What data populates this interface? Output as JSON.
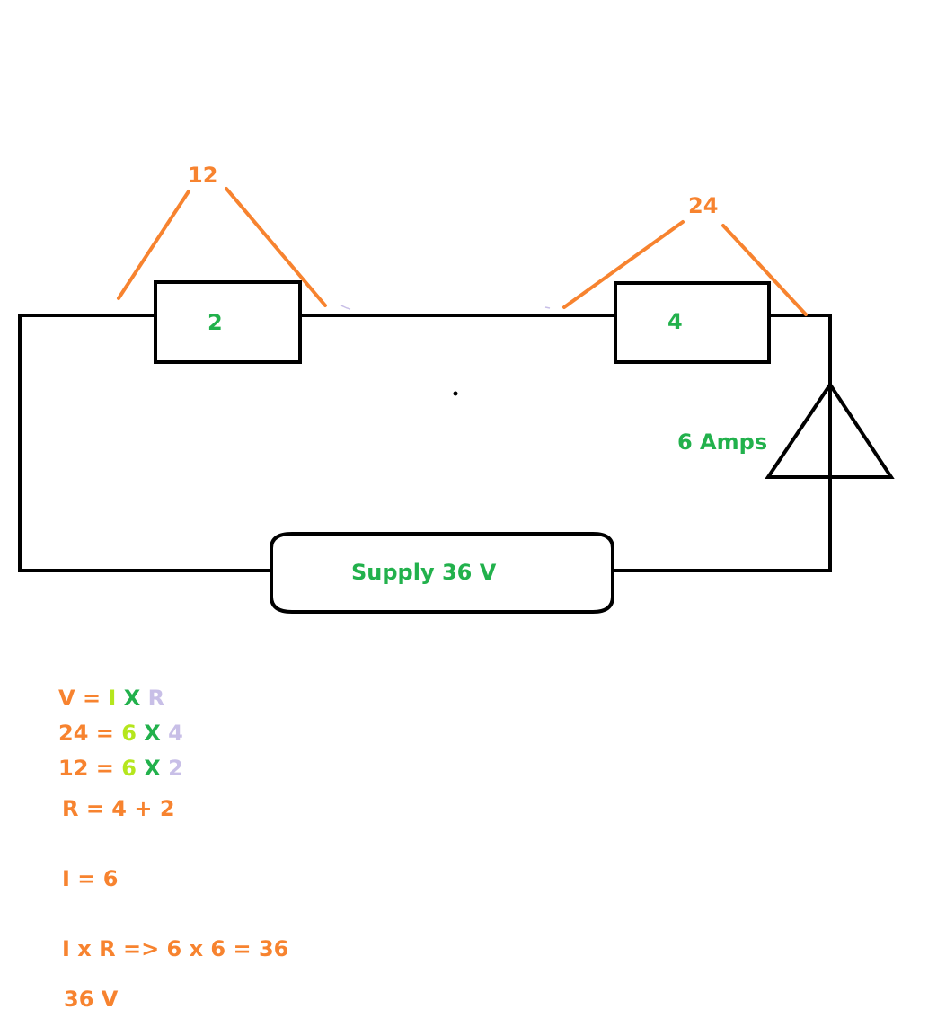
{
  "colors": {
    "orange": "#f7832f",
    "green": "#22b14c",
    "lime": "#b5e61d",
    "lavender": "#c8bfe7",
    "wire": "#000000"
  },
  "diagram": {
    "voltage_label_1": "12",
    "voltage_label_2": "24",
    "resistor_1_value": "2",
    "resistor_2_value": "4",
    "current_label": "6 Amps",
    "supply_label": "Supply 36 V"
  },
  "equations": {
    "line1": {
      "a": "V",
      "eq": "=",
      "b": "I",
      "op": "X",
      "c": "R"
    },
    "line2": {
      "a": "24",
      "eq": "=",
      "b": "6",
      "op": "X",
      "c": "4"
    },
    "line3": {
      "a": "12",
      "eq": "=",
      "b": "6",
      "op": "X",
      "c": "2"
    },
    "line4": "R = 4 + 2",
    "line5": "I = 6",
    "line6": "I x R => 6 x 6 = 36",
    "line7": "36 V"
  }
}
